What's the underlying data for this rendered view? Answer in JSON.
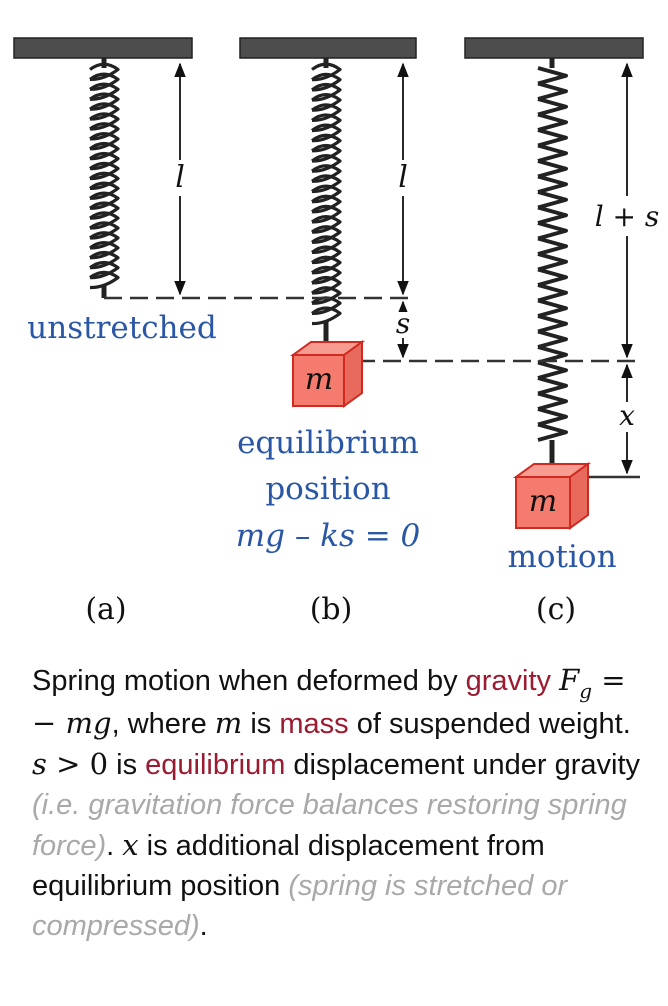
{
  "panels": [
    {
      "id": "a",
      "caption": "(a)",
      "length_label": "l",
      "state_label": "unstretched"
    },
    {
      "id": "b",
      "caption": "(b)",
      "length_label": "l",
      "stretch_label": "s",
      "mass_label": "m",
      "state_lines": [
        "equilibrium",
        "position",
        "mg – ks = 0"
      ]
    },
    {
      "id": "c",
      "caption": "(c)",
      "length_label": "l + s",
      "displacement_label": "x",
      "mass_label": "m",
      "state_label": "motion"
    }
  ],
  "caption": {
    "t1": "Spring motion when deformed by ",
    "gravity": "gravity",
    "fg_base": "F",
    "fg_sub": "g",
    "fg_eq": " = − ",
    "mg": "mg",
    "t2": ", where ",
    "m": "m",
    "t3": " is ",
    "mass": "mass",
    "t4": " of suspended weight. ",
    "s": "s",
    "gt0": " > 0",
    "t5": " is ",
    "equilibrium": "equilibrium",
    "t6": " displacement  under gravity ",
    "grey1": "(i.e. gravitation force balances restoring spring force)",
    "t7": ". ",
    "x": "x",
    "t8": " is additional displacement from equilibrium  position ",
    "grey2": "(spring is stretched or  compressed)",
    "t9": "."
  },
  "colors": {
    "blue_text": "#2a56a6",
    "red_text": "#9b1b30",
    "grey_text": "#a9a9a9",
    "mass_fill": "#f47b6e",
    "mass_stroke": "#d0291f"
  }
}
